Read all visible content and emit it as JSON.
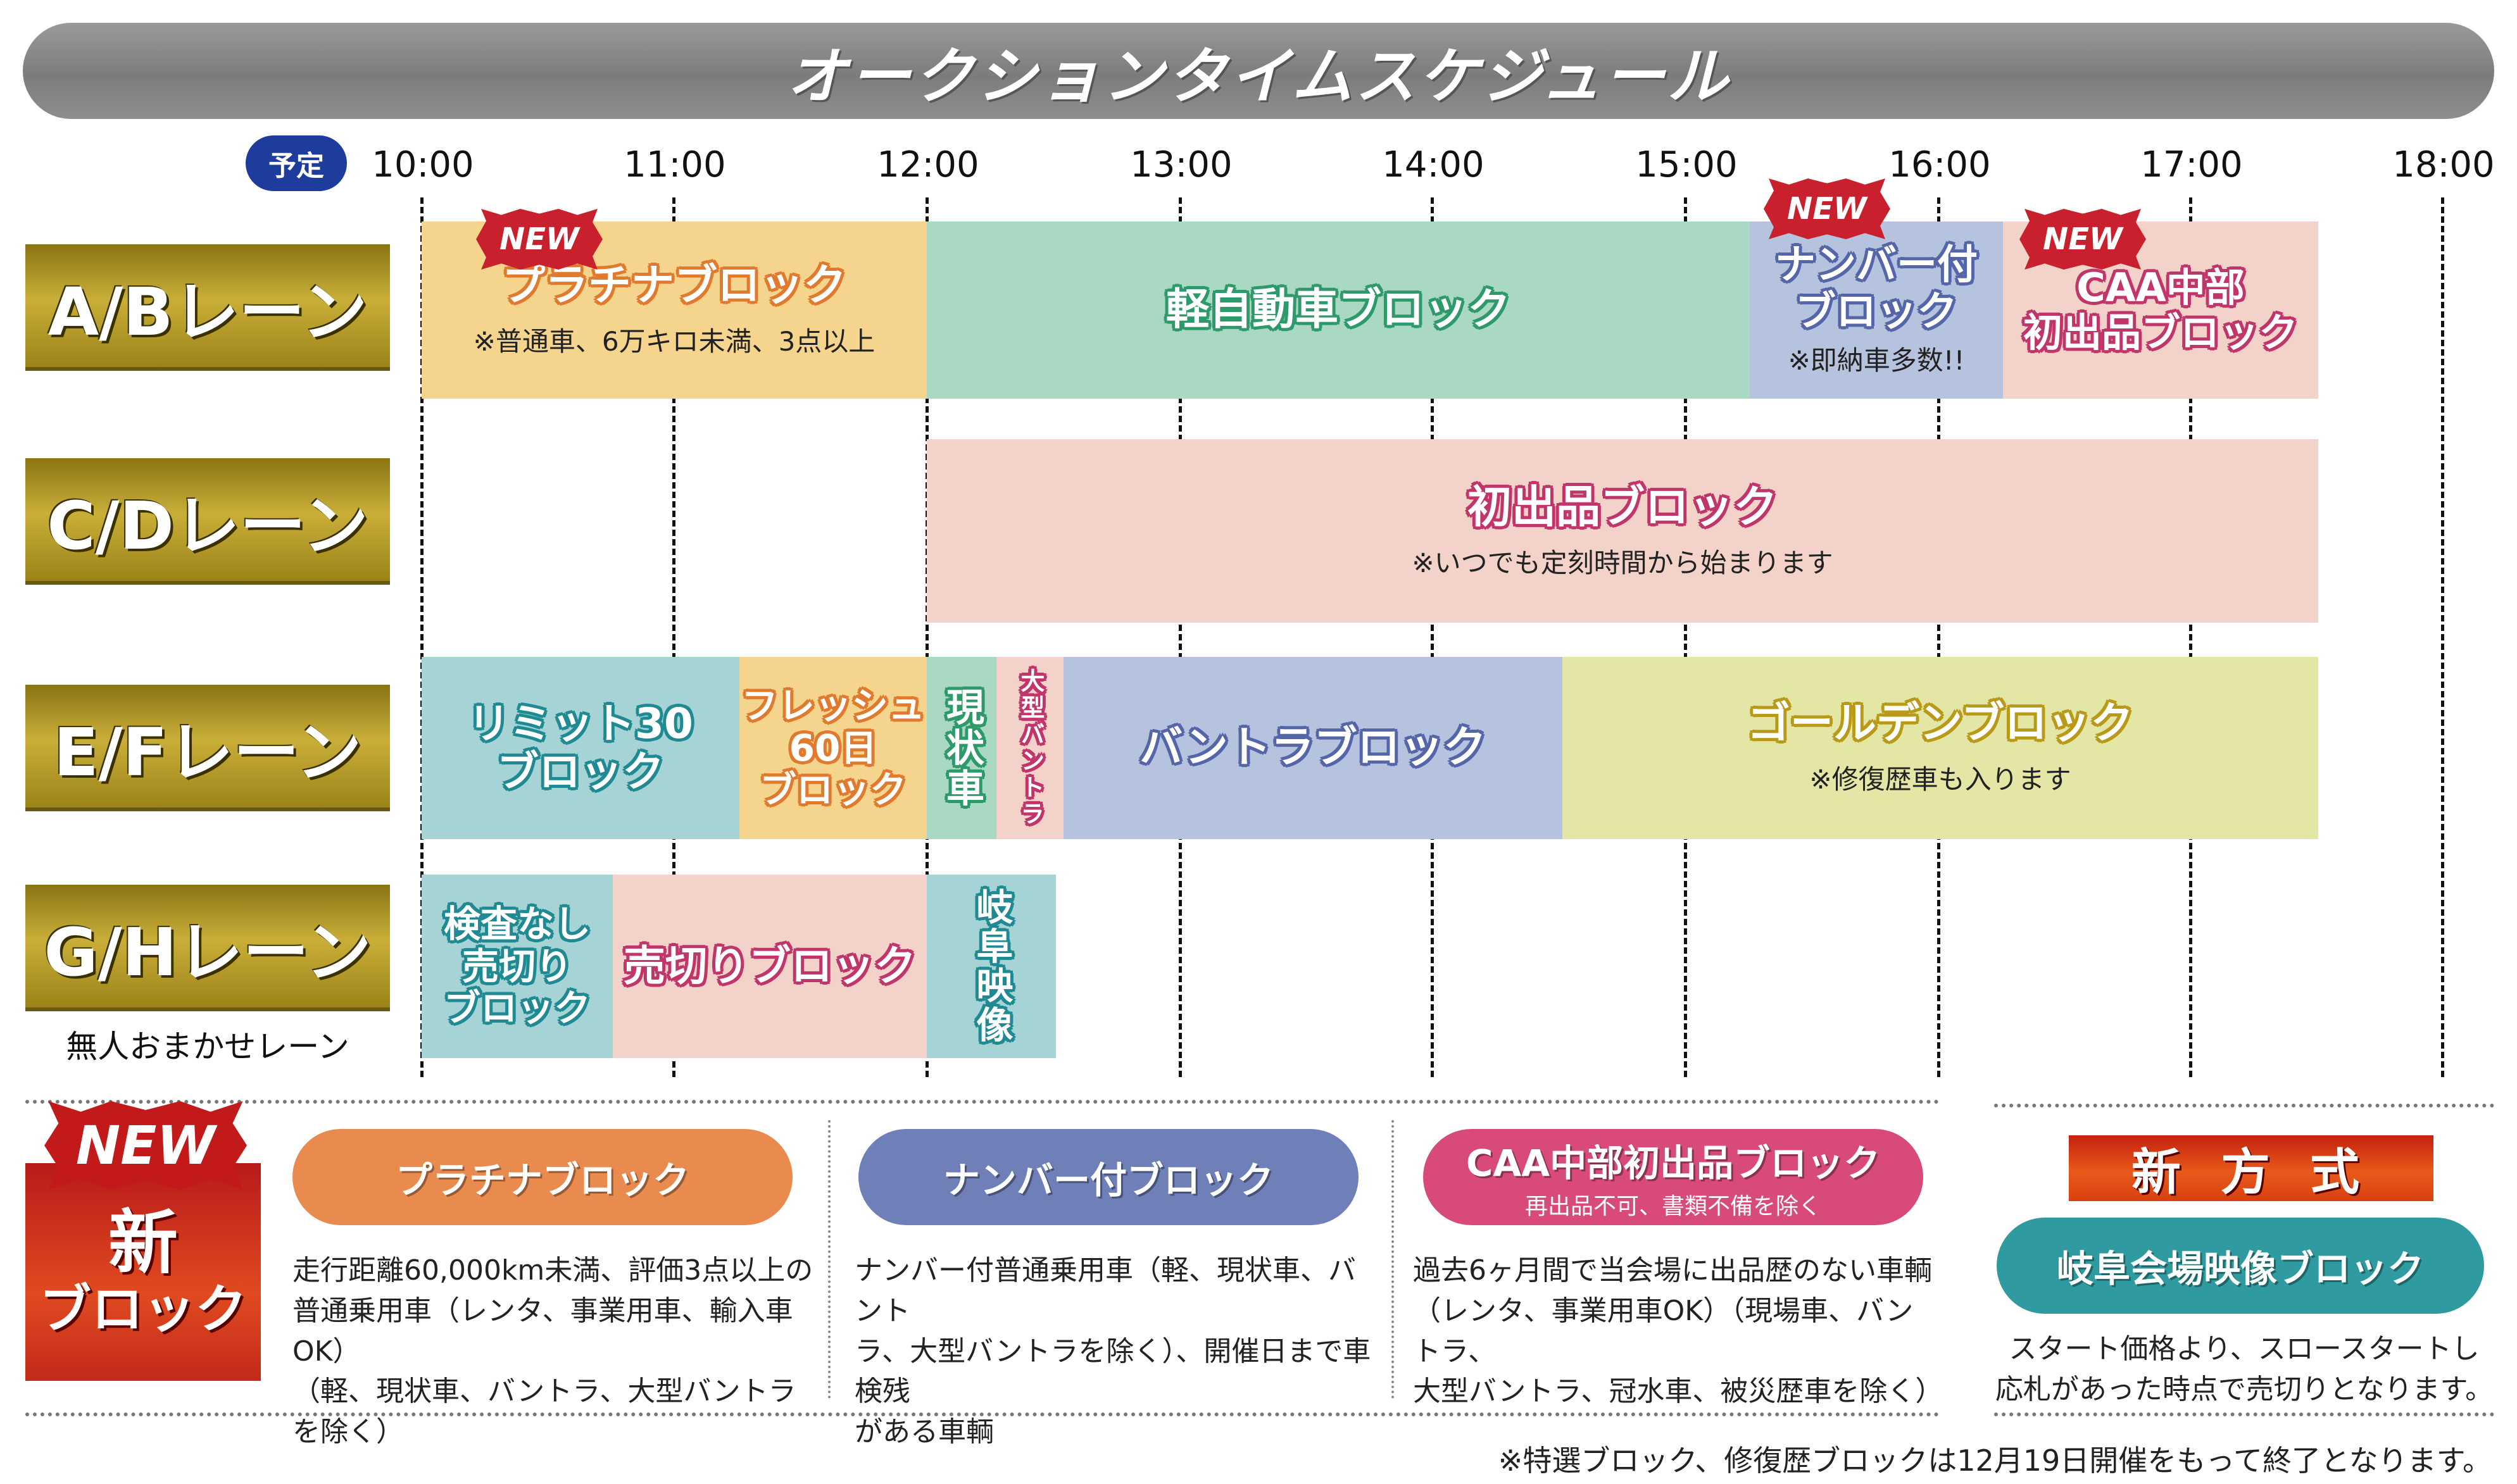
{
  "title": "オークションタイムスケジュール",
  "yotei_label": "予定",
  "time_ticks": [
    "10:00",
    "11:00",
    "12:00",
    "13:00",
    "14:00",
    "15:00",
    "16:00",
    "17:00",
    "18:00"
  ],
  "new_badge": "NEW",
  "lanes": {
    "ab": {
      "label": "A/Bレーン"
    },
    "cd": {
      "label": "C/Dレーン"
    },
    "ef": {
      "label": "E/Fレーン"
    },
    "gh": {
      "label": "G/Hレーン",
      "note": "無人おまかせレーン"
    }
  },
  "blocks": {
    "platinum": {
      "name": "プラチナブロック",
      "note": "※普通車、6万キロ未満、3点以上",
      "color": "#f5d58e"
    },
    "kei": {
      "name": "軽自動車ブロック",
      "color": "#a9d8c3"
    },
    "number": {
      "name": "ナンバー付\nブロック",
      "note": "※即納車多数!!",
      "color": "#b6c3de"
    },
    "caa": {
      "name": "CAA中部\n初出品ブロック",
      "color": "#f3d2c9"
    },
    "hatsu": {
      "name": "初出品ブロック",
      "note": "※いつでも定刻時間から始まります",
      "color": "#f3d2c9"
    },
    "limit30": {
      "name": "リミット30\nブロック",
      "color": "#a6d4d6"
    },
    "fresh60": {
      "name": "フレッシュ\n60日\nブロック",
      "color": "#f5d58e"
    },
    "genjo": {
      "name": "現状車",
      "color": "#a9d8c3"
    },
    "ogata": {
      "name": "大型バントラ",
      "color": "#f3d2c9"
    },
    "bantora": {
      "name": "バントラブロック",
      "color": "#b6c3de"
    },
    "golden": {
      "name": "ゴールデンブロック",
      "note": "※修復歴車も入ります",
      "color": "#e4e6a6"
    },
    "kensa": {
      "name": "検査なし\n売切り\nブロック",
      "color": "#a6d4d6"
    },
    "urikiri": {
      "name": "売切りブロック",
      "color": "#f3d2c9"
    },
    "gifu": {
      "name": "岐阜映像",
      "color": "#a6d4d6"
    }
  },
  "new_section": {
    "badge": "NEW",
    "title_main": "新",
    "title_sub": "ブロック",
    "items": [
      {
        "name": "プラチナブロック",
        "color": "#e98a4f",
        "desc": [
          "走行距離60,000km未満、評価3点以上の",
          "普通乗用車（レンタ、事業用車、輸入車OK）",
          "（軽、現状車、バントラ、大型バントラを除く）"
        ]
      },
      {
        "name": "ナンバー付ブロック",
        "color": "#6f7fb8",
        "desc": [
          "ナンバー付普通乗用車（軽、現状車、バント",
          "ラ、大型バントラを除く）、開催日まで車検残",
          "がある車輌"
        ]
      },
      {
        "name": "CAA中部初出品ブロック",
        "sub": "再出品不可、書類不備を除く",
        "color": "#d84a7a",
        "desc": [
          "過去6ヶ月間で当会場に出品歴のない車輌",
          "（レンタ、事業用車OK）（現場車、バントラ、",
          "大型バントラ、冠水車、被災歴車を除く）"
        ]
      }
    ]
  },
  "new_method": {
    "title": "新 方 式",
    "pill": "岐阜会場映像ブロック",
    "pill_color": "#2f9ba0",
    "desc": [
      "スタート価格より、スロースタートし",
      "応札があった時点で売切りとなります。"
    ]
  },
  "footnote": "※特選ブロック、修復歴ブロックは12月19日開催をもって終了となります。"
}
